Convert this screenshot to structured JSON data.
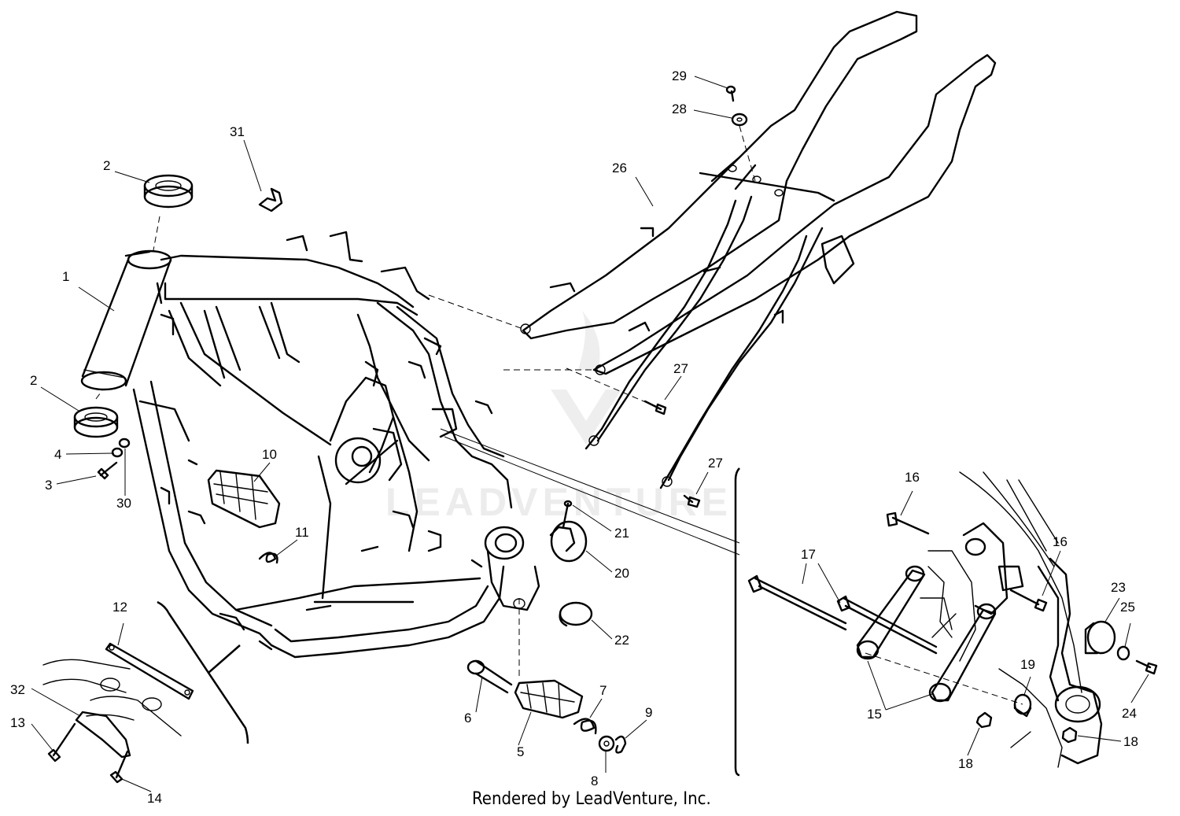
{
  "watermark": "LEADVENTURE",
  "footer": "Rendered by LeadVenture, Inc.",
  "callouts": [
    {
      "id": "c1",
      "label": "1"
    },
    {
      "id": "c2a",
      "label": "2"
    },
    {
      "id": "c2b",
      "label": "2"
    },
    {
      "id": "c3",
      "label": "3"
    },
    {
      "id": "c4",
      "label": "4"
    },
    {
      "id": "c5",
      "label": "5"
    },
    {
      "id": "c6",
      "label": "6"
    },
    {
      "id": "c7",
      "label": "7"
    },
    {
      "id": "c8",
      "label": "8"
    },
    {
      "id": "c9",
      "label": "9"
    },
    {
      "id": "c10",
      "label": "10"
    },
    {
      "id": "c11",
      "label": "11"
    },
    {
      "id": "c12",
      "label": "12"
    },
    {
      "id": "c13",
      "label": "13"
    },
    {
      "id": "c14",
      "label": "14"
    },
    {
      "id": "c15",
      "label": "15"
    },
    {
      "id": "c16a",
      "label": "16"
    },
    {
      "id": "c16b",
      "label": "16"
    },
    {
      "id": "c17",
      "label": "17"
    },
    {
      "id": "c18a",
      "label": "18"
    },
    {
      "id": "c18b",
      "label": "18"
    },
    {
      "id": "c19",
      "label": "19"
    },
    {
      "id": "c20",
      "label": "20"
    },
    {
      "id": "c21",
      "label": "21"
    },
    {
      "id": "c22",
      "label": "22"
    },
    {
      "id": "c23",
      "label": "23"
    },
    {
      "id": "c24",
      "label": "24"
    },
    {
      "id": "c25",
      "label": "25"
    },
    {
      "id": "c26",
      "label": "26"
    },
    {
      "id": "c27a",
      "label": "27"
    },
    {
      "id": "c27b",
      "label": "27"
    },
    {
      "id": "c28",
      "label": "28"
    },
    {
      "id": "c29",
      "label": "29"
    },
    {
      "id": "c30",
      "label": "30"
    },
    {
      "id": "c31",
      "label": "31"
    },
    {
      "id": "c32",
      "label": "32"
    }
  ]
}
